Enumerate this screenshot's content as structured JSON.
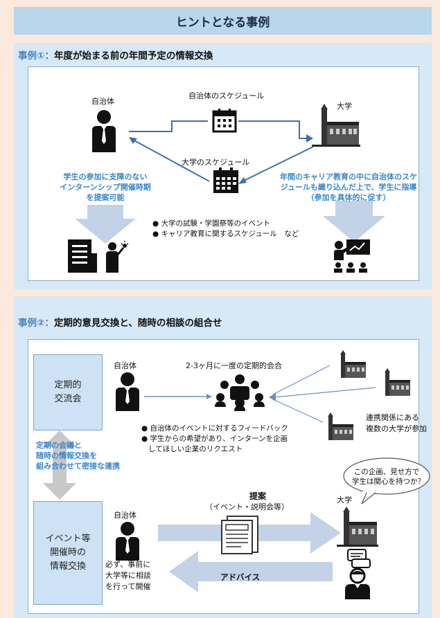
{
  "header": {
    "title": "ヒントとなる事例"
  },
  "case1": {
    "number": "事例①：",
    "title": "年度が始まる前の年間予定の情報交換",
    "municipality": "自治体",
    "university": "大学",
    "municipality_schedule": "自治体のスケジュール",
    "university_schedule": "大学のスケジュール",
    "left_note": [
      "学生の参加に支障のない",
      "インターンシップ開催時期",
      "を提案可能"
    ],
    "right_note": [
      "年間のキャリア教育の中に自治体のスケ",
      "ジュールも織り込んだ上で、学生に指導",
      "（参加を具体的に促す）"
    ],
    "bullets": [
      "大学の試験・学園祭等のイベント",
      "キャリア教育に関するスケジュール　など"
    ]
  },
  "case2": {
    "number": "事例②：",
    "title": "定期的意見交換と、随時の相談の組合せ",
    "regular_box": [
      "定期的",
      "交流会"
    ],
    "event_box": [
      "イベント等",
      "開催時の",
      "情報交換"
    ],
    "combine_note": [
      "定期の会議と",
      "随時の情報交換を",
      "組み合わせて密接な連携"
    ],
    "municipality_top": "自治体",
    "meeting_label": "2-3ヶ月に一度の定期的会合",
    "partner_note": [
      "連携関係にある",
      "複数の大学が参加"
    ],
    "bullets": [
      "自治体のイベントに対するフィードバック",
      "学生からの希望があり、インターンを企画",
      "してほしい企業のリクエスト"
    ],
    "speech": [
      "この企画、見せ方で",
      "学生は関心を持つか？"
    ],
    "university": "大学",
    "municipality_bottom": "自治体",
    "proposal_title": "提案",
    "proposal_sub": "（イベント・説明会等）",
    "advice": "アドバイス",
    "prior_note": [
      "必ず、事前に",
      "大学等に相談",
      "を行って開催"
    ]
  }
}
